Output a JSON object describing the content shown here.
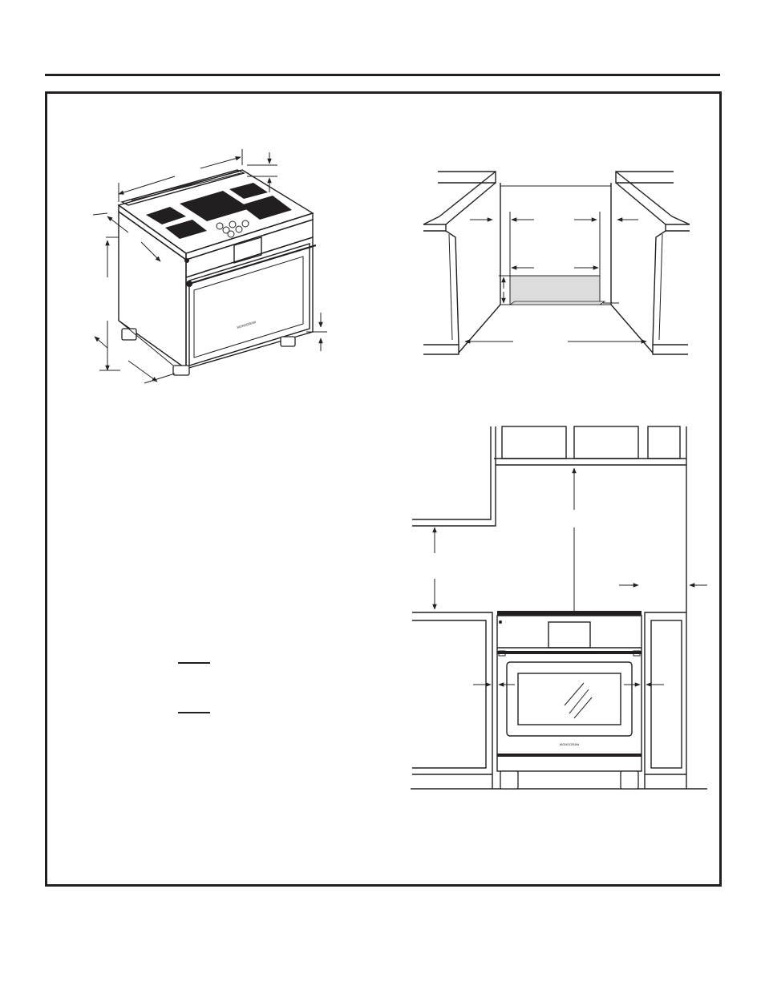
{
  "brand": {
    "range_badge": "MONOGRAM"
  },
  "colors": {
    "ink": "#231f20",
    "shading": "#dcdcdc",
    "paper": "#ffffff"
  },
  "figures": [
    {
      "id": "range-dimensions",
      "kind": "isometric-range-with-dimension-arrows"
    },
    {
      "id": "cutout-opening",
      "kind": "cabinet-opening-plan-with-arrows"
    },
    {
      "id": "front-clearances",
      "kind": "front-elevation-clearance-arrows"
    }
  ]
}
